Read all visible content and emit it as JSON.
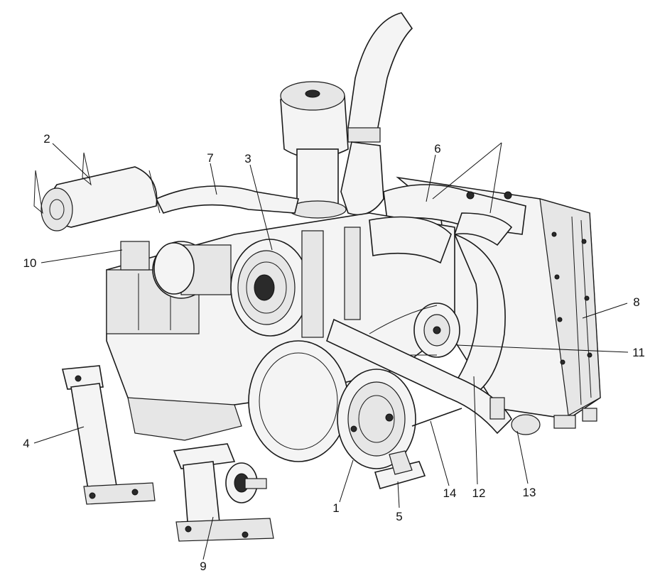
{
  "callouts": [
    {
      "id": "1",
      "label": "1"
    },
    {
      "id": "2",
      "label": "2"
    },
    {
      "id": "3",
      "label": "3"
    },
    {
      "id": "4",
      "label": "4"
    },
    {
      "id": "5",
      "label": "5"
    },
    {
      "id": "6",
      "label": "6"
    },
    {
      "id": "7",
      "label": "7"
    },
    {
      "id": "8",
      "label": "8"
    },
    {
      "id": "9",
      "label": "9"
    },
    {
      "id": "10",
      "label": "10"
    },
    {
      "id": "11",
      "label": "11"
    },
    {
      "id": "12",
      "label": "12"
    },
    {
      "id": "13",
      "label": "13"
    },
    {
      "id": "14",
      "label": "14"
    }
  ],
  "colors": {
    "ink": "#1a1a1a",
    "fill": "#f4f4f4",
    "shade": "#e6e6e6"
  }
}
